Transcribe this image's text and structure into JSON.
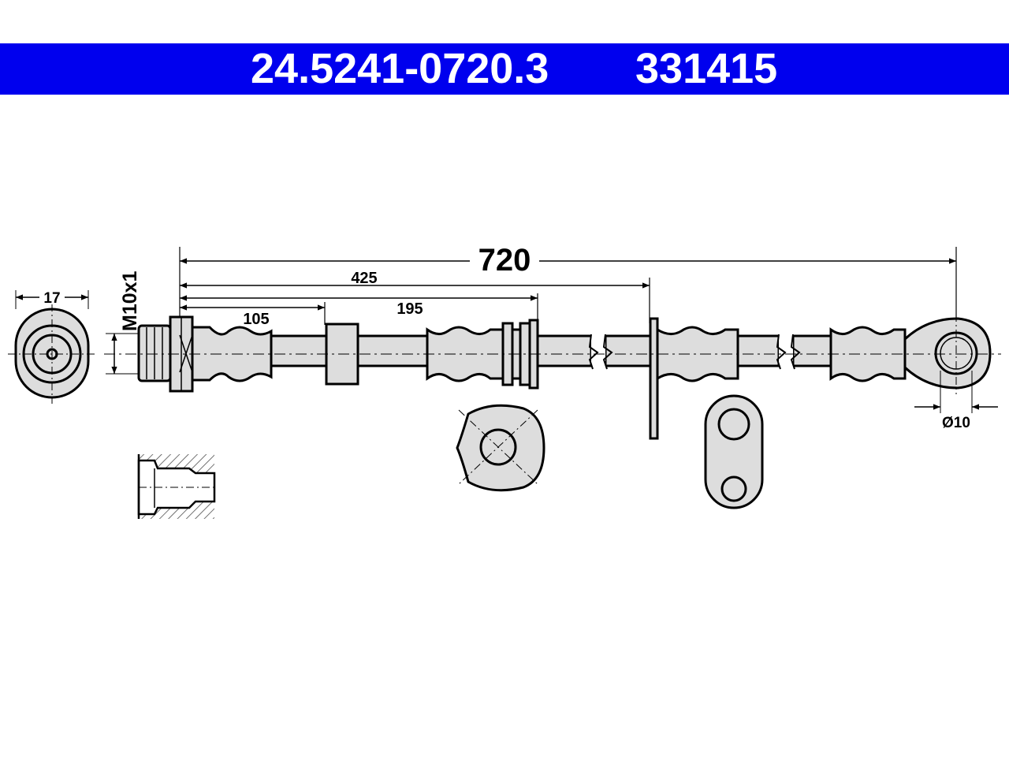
{
  "header": {
    "part_number": "24.5241-0720.3",
    "ref_number": "331415",
    "bg_color": "#0000ee"
  },
  "dimensions": {
    "total_length": "720",
    "length_425": "425",
    "length_195": "195",
    "length_105": "105",
    "thread": "M10x1",
    "hex_size": "17",
    "eye_diameter": "Ø10"
  }
}
